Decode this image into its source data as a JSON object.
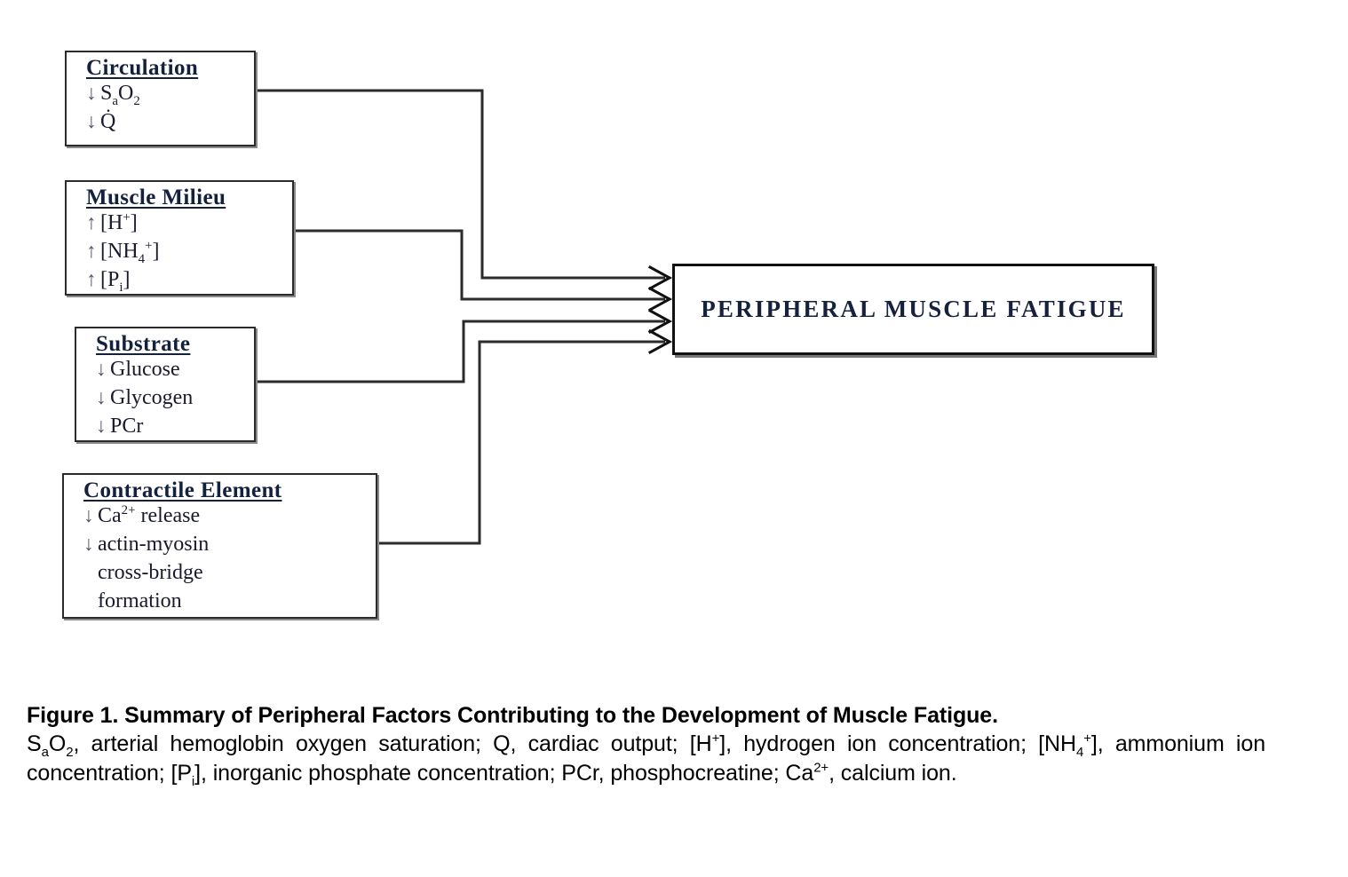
{
  "figure": {
    "type": "flow-diagram",
    "orientation": "left-to-right convergent",
    "target": {
      "label": "PERIPHERAL MUSCLE FATIGUE"
    },
    "boxes": [
      {
        "id": "circulation",
        "title": "Circulation",
        "items": [
          {
            "direction": "down",
            "arrow": "↓",
            "text_html": "S<sub>a</sub>O<sub>2</sub>",
            "text": "SaO2"
          },
          {
            "direction": "down",
            "arrow": "↓",
            "text_html": "Q̇",
            "text": "Q (cardiac output)"
          }
        ]
      },
      {
        "id": "muscle-milieu",
        "title": "Muscle Milieu",
        "items": [
          {
            "direction": "up",
            "arrow": "↑",
            "text_html": "[H<sup>+</sup>]",
            "text": "[H+]"
          },
          {
            "direction": "up",
            "arrow": "↑",
            "text_html": "[NH<sub>4</sub><sup>+</sup>]",
            "text": "[NH4+]"
          },
          {
            "direction": "up",
            "arrow": "↑",
            "text_html": "[P<sub>i</sub>]",
            "text": "[Pi]"
          }
        ]
      },
      {
        "id": "substrate",
        "title": "Substrate",
        "items": [
          {
            "direction": "down",
            "arrow": "↓",
            "text_html": "Glucose",
            "text": "Glucose"
          },
          {
            "direction": "down",
            "arrow": "↓",
            "text_html": "Glycogen",
            "text": "Glycogen"
          },
          {
            "direction": "down",
            "arrow": "↓",
            "text_html": "PCr",
            "text": "PCr"
          }
        ]
      },
      {
        "id": "contractile-element",
        "title": "Contractile Element",
        "items": [
          {
            "direction": "down",
            "arrow": "↓",
            "text_html": "Ca<sup>2+</sup> release",
            "text": "Ca2+ release"
          },
          {
            "direction": "down",
            "arrow": "↓",
            "text_html": "actin-myosin",
            "text": "actin-myosin"
          },
          {
            "direction": "none",
            "arrow": "",
            "text_html": "cross-bridge",
            "text": "cross-bridge",
            "continuation": true
          },
          {
            "direction": "none",
            "arrow": "",
            "text_html": "formation",
            "text": "formation",
            "continuation": true
          }
        ]
      }
    ],
    "connections": [
      {
        "from": "circulation",
        "to": "target"
      },
      {
        "from": "muscle-milieu",
        "to": "target"
      },
      {
        "from": "substrate",
        "to": "target"
      },
      {
        "from": "contractile-element",
        "to": "target"
      }
    ]
  },
  "caption": {
    "title": "Figure 1. Summary of Peripheral Factors Contributing to the Development of Muscle Fatigue.",
    "body_segments": [
      {
        "html": "S<sub>a</sub>O<sub>2</sub>, arterial hemoglobin oxygen saturation; "
      },
      {
        "html": "Q, cardiac output; "
      },
      {
        "html": "[H<sup>+</sup>], hydrogen ion concentration; "
      },
      {
        "html": "[NH<sub>4</sub><sup>+</sup>], ammonium ion concentration; "
      },
      {
        "html": "[P<sub>i</sub>], inorganic phosphate concentration; "
      },
      {
        "html": "PCr, phosphocreatine; "
      },
      {
        "html": "Ca<sup>2+</sup>, calcium ion."
      }
    ],
    "body_plain": "SaO2, arterial hemoglobin oxygen saturation; Q, cardiac output; [H+], hydrogen ion concentration; [NH4+], ammonium ion concentration; [Pi], inorganic phosphate concentration; PCr, phosphocreatine; Ca2+, calcium ion."
  },
  "colors": {
    "background": "#ffffff",
    "box_border": "#2b2b2b",
    "target_border": "#111111",
    "text": "#16213e",
    "connector": "#2b2b2b"
  }
}
